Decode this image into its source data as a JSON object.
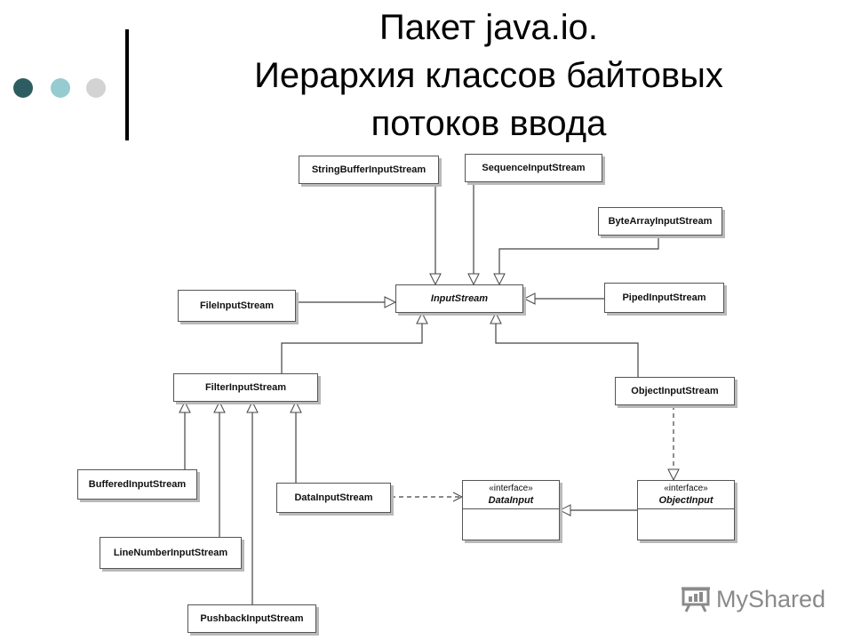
{
  "title": {
    "line1": "Пакет java.io.",
    "line2": "Иерархия классов байтовых",
    "line3": "потоков ввода"
  },
  "decor": {
    "dot_colors": [
      "#2e5d61",
      "#96ccd0",
      "#d3d3d3"
    ],
    "bar_color": "#000000",
    "shadow_color": "#b9b9b9"
  },
  "diagram": {
    "classes": {
      "string_buffer": "StringBufferInputStream",
      "sequence": "SequenceInputStream",
      "byte_array": "ByteArrayInputStream",
      "input_stream": "InputStream",
      "file": "FileInputStream",
      "piped": "PipedInputStream",
      "filter": "FilterInputStream",
      "object": "ObjectInputStream",
      "buffered": "BufferedInputStream",
      "data": "DataInputStream",
      "line_number": "LineNumberInputStream",
      "pushback": "PushbackInputStream"
    },
    "interfaces": {
      "data_input": {
        "stereotype": "«interface»",
        "name": "DataInput"
      },
      "object_input": {
        "stereotype": "«interface»",
        "name": "ObjectInput"
      }
    }
  },
  "watermark": {
    "text": "MyShared",
    "icon": "presentation-board-icon"
  }
}
